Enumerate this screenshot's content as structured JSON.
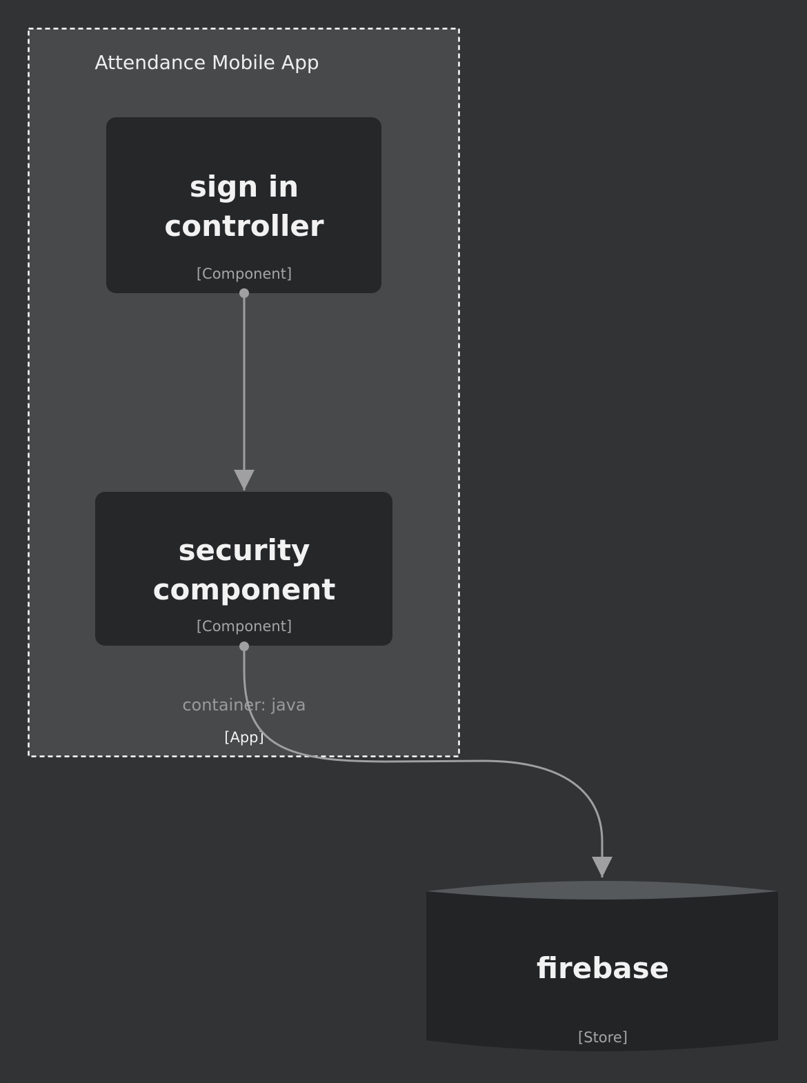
{
  "boundary": {
    "title": "Attendance Mobile App",
    "subtitle": "container: java",
    "type": "[App]"
  },
  "nodes": {
    "sign_in": {
      "title_line1": "sign in",
      "title_line2": "controller",
      "type": "[Component]"
    },
    "security": {
      "title_line1": "security",
      "title_line2": "component",
      "type": "[Component]"
    },
    "firebase": {
      "title": "firebase",
      "type": "[Store]"
    }
  },
  "colors": {
    "background": "#323335",
    "boundary_fill": "#48494b",
    "boundary_border": "#ffffff",
    "node_fill": "#262729",
    "store_fill": "#232426",
    "store_top": "#55595b",
    "edge": "#a0a0a3"
  }
}
